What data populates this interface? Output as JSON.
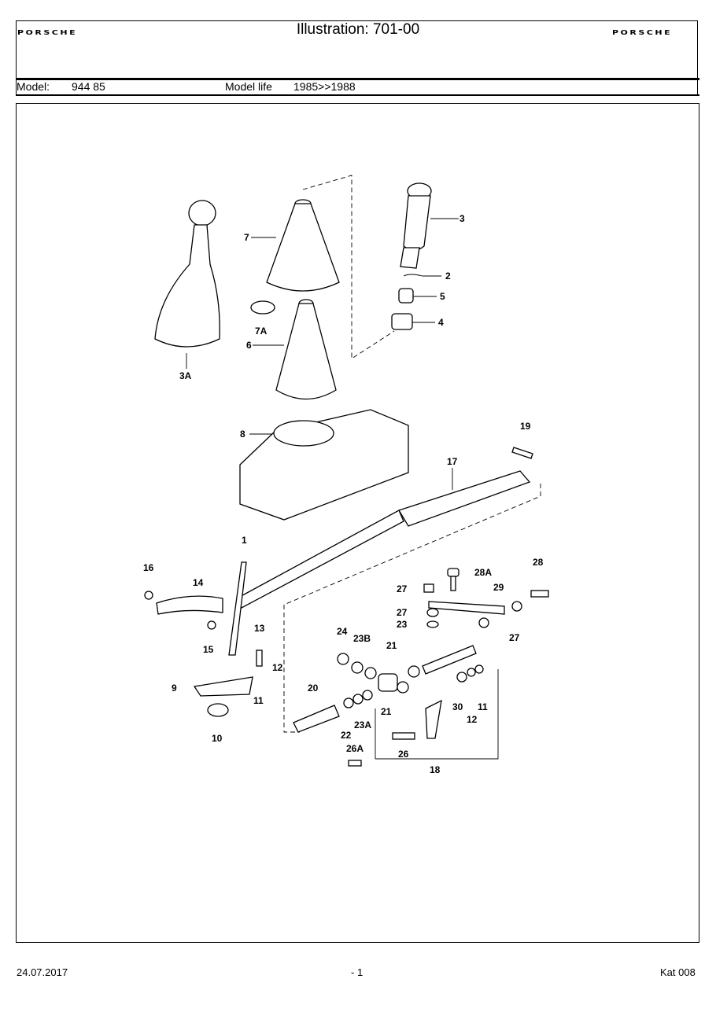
{
  "header": {
    "brand_left": "PORSCHE",
    "brand_right": "PORSCHE",
    "title": "Illustration: 701-00",
    "model_label": "Model:",
    "model_value": "944 85",
    "model_life_label": "Model life",
    "model_life_value": "1985>>1988"
  },
  "callouts": {
    "p1": "1",
    "p2": "2",
    "p3": "3",
    "p3a": "3A",
    "p4": "4",
    "p5": "5",
    "p6": "6",
    "p7": "7",
    "p7a": "7A",
    "p8": "8",
    "p9": "9",
    "p10": "10",
    "p11a": "11",
    "p11b": "11",
    "p12a": "12",
    "p12b": "12",
    "p13": "13",
    "p14": "14",
    "p15": "15",
    "p16": "16",
    "p17": "17",
    "p18": "18",
    "p19": "19",
    "p20": "20",
    "p21a": "21",
    "p21b": "21",
    "p22": "22",
    "p23": "23",
    "p23a": "23A",
    "p23b": "23B",
    "p24": "24",
    "p26": "26",
    "p26a": "26A",
    "p27a": "27",
    "p27b": "27",
    "p27c": "27",
    "p28": "28",
    "p28a": "28A",
    "p29": "29",
    "p30": "30"
  },
  "footer": {
    "date": "24.07.2017",
    "page": "- 1",
    "catalog": "Kat 008"
  }
}
